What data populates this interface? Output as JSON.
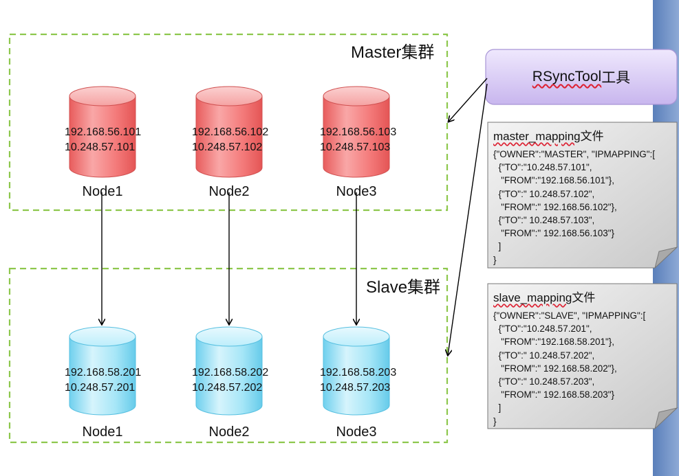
{
  "colors": {
    "cluster_border": "#8dc74c",
    "master_node_fill": "#f47b7b",
    "slave_node_fill": "#7fd8f1",
    "tool_fill": "#d3c4f2",
    "doc_fill": "#d6d6d6",
    "sidebar": "#6d8fc3"
  },
  "master_cluster": {
    "title": "Master集群",
    "nodes": [
      {
        "name": "Node1",
        "ip1": "192.168.56.101",
        "ip2": "10.248.57.101"
      },
      {
        "name": "Node2",
        "ip1": "192.168.56.102",
        "ip2": "10.248.57.102"
      },
      {
        "name": "Node3",
        "ip1": "192.168.56.103",
        "ip2": "10.248.57.103"
      }
    ]
  },
  "slave_cluster": {
    "title": "Slave集群",
    "nodes": [
      {
        "name": "Node1",
        "ip1": "192.168.58.201",
        "ip2": "10.248.57.201"
      },
      {
        "name": "Node2",
        "ip1": "192.168.58.202",
        "ip2": "10.248.57.202"
      },
      {
        "name": "Node3",
        "ip1": "192.168.58.203",
        "ip2": "10.248.57.203"
      }
    ]
  },
  "tool": {
    "label_prefix": "RSyncTool",
    "label_suffix": "工具"
  },
  "master_mapping": {
    "title_prefix": "master_mapping",
    "title_suffix": "文件",
    "lines": [
      "{\"OWNER\":\"MASTER\", \"IPMAPPING\":[",
      "  {\"TO\":\"10.248.57.101\",",
      "   \"FROM\":\"192.168.56.101\"},",
      "  {\"TO\":\" 10.248.57.102\",",
      "   \"FROM\":\" 192.168.56.102\"},",
      "  {\"TO\":\" 10.248.57.103\",",
      "   \"FROM\":\" 192.168.56.103\"}",
      "  ]",
      "}"
    ]
  },
  "slave_mapping": {
    "title_prefix": "slave_mapping",
    "title_suffix": "文件",
    "lines": [
      "{\"OWNER\":\"SLAVE\", \"IPMAPPING\":[",
      "  {\"TO\":\"10.248.57.201\",",
      "   \"FROM\":\"192.168.58.201\"},",
      "  {\"TO\":\" 10.248.57.202\",",
      "   \"FROM\":\" 192.168.58.202\"},",
      "  {\"TO\":\" 10.248.57.203\",",
      "   \"FROM\":\" 192.168.58.203\"}",
      "  ]",
      "}"
    ]
  }
}
